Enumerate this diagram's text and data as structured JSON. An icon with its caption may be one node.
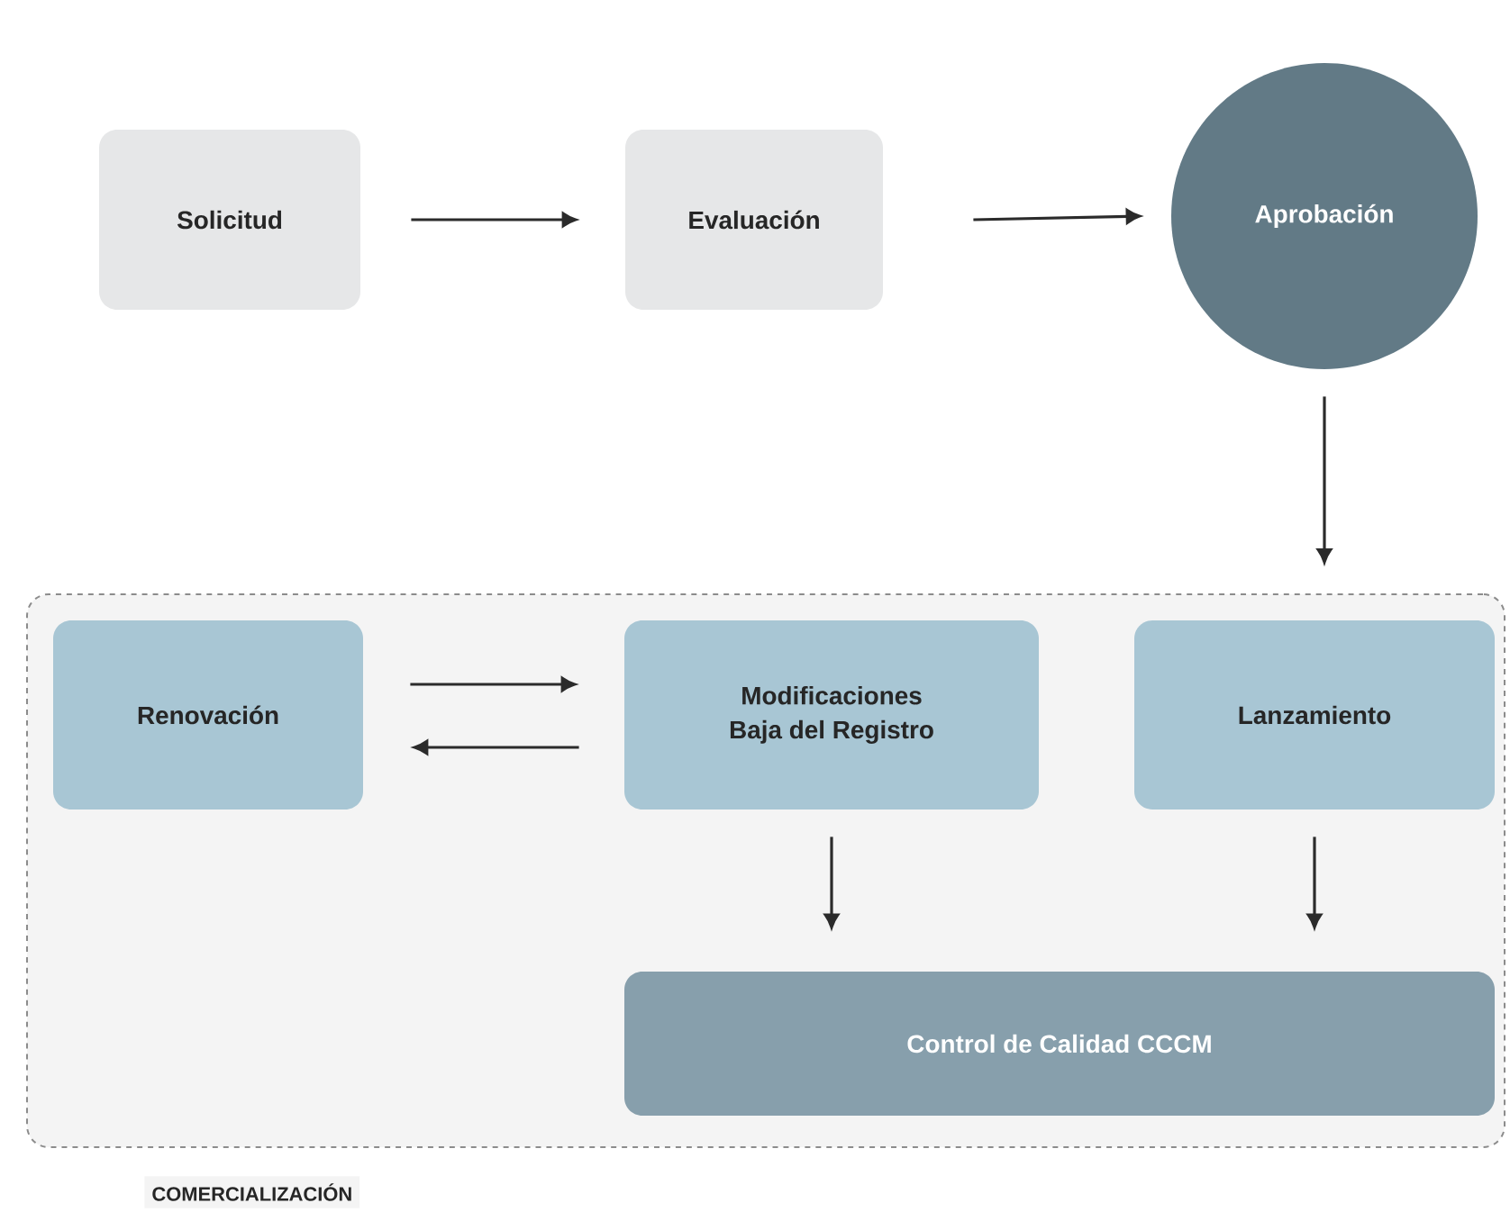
{
  "diagram": {
    "nodes": [
      {
        "text": [
          "Solicitud"
        ]
      },
      {
        "text": [
          "Evaluación"
        ]
      },
      {
        "text": [
          "Aprobación"
        ]
      },
      {
        "text": [
          "COMERCIALIZACIÓN"
        ]
      },
      {
        "text": [
          "Renovación"
        ],
        "in": 3
      },
      {
        "text": [
          "Modificaciones",
          "Baja del Registro"
        ],
        "in": 3
      },
      {
        "text": [
          "Lanzamiento"
        ],
        "in": 3
      },
      {
        "text": [
          "Control de Calidad CCCM"
        ],
        "in": 3
      }
    ],
    "edges": [
      {
        "from": 0,
        "to": 1,
        "arrow": "to"
      },
      {
        "from": 1,
        "to": 2,
        "arrow": "to"
      },
      {
        "from": 2,
        "to": 3,
        "arrow": "to"
      },
      {
        "from": 4,
        "to": 5,
        "arrow": "to"
      },
      {
        "from": 5,
        "to": 4,
        "arrow": "to"
      },
      {
        "from": 5,
        "to": 7,
        "arrow": "to"
      },
      {
        "from": 6,
        "to": 7,
        "arrow": "to"
      }
    ]
  }
}
